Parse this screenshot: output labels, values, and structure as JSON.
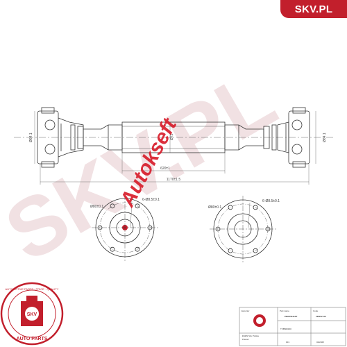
{
  "brand": {
    "logo_text": "SKV.PL"
  },
  "watermarks": {
    "main": "Autokseft",
    "background": "SKV.PL"
  },
  "dimensions": {
    "left_flange_diameter": "Ø64.1",
    "right_flange_diameter": "Ø64.1",
    "tube_diameter": "Ø72",
    "tube_length": "620±1",
    "overall_length": "1170±1.5",
    "left_pcd": "Ø80±0.1",
    "left_holes": "6-Ø8.5±0.1",
    "right_pcd": "Ø80±0.1",
    "right_holes": "6-Ø8.5±0.1"
  },
  "seal": {
    "ring_text": "AUTOMOTIVE PARTS · PRICE · QUALITY",
    "center_text": "SKV",
    "bottom_text": "AUTO PARTS"
  },
  "title_block": {
    "company_header": "Exporter",
    "company_name": "ESEN Skv Polska",
    "company_address": "Poland",
    "part_label": "Part name",
    "part_name": "PROPSHAFT",
    "code_label": "Code",
    "code_value": "76SKV143",
    "oe_value": "TVB500160",
    "sheet_value": "001",
    "date_value": "02/2025"
  }
}
